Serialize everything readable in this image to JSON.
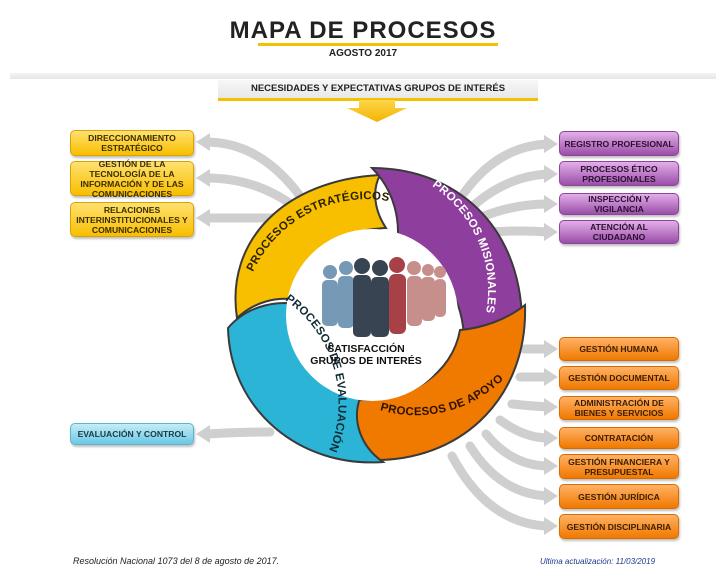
{
  "header": {
    "title": "MAPA DE PROCESOS",
    "subtitle": "AGOSTO 2017"
  },
  "needs_banner": "NECESIDADES Y EXPECTATIVAS GRUPOS DE INTERÉS",
  "center": {
    "line1": "SATISFACCIÓN",
    "line2": "GRUPOS DE INTERÉS"
  },
  "segments": {
    "estrategicos": "PROCESOS ESTRATÉGICOS",
    "misionales": "PROCESOS MISIONALES",
    "apoyo": "PROCESOS DE APOYO",
    "evaluacion": "PROCESOS DE EVALUACIÓN"
  },
  "strategic_boxes": [
    "DIRECCIONAMIENTO ESTRATÉGICO",
    "GESTIÓN DE LA TECNOLOGÍA DE LA INFORMACIÓN Y DE LAS COMUNICACIONES",
    "RELACIONES INTERINSTITUCIONALES Y COMUNICACIONES"
  ],
  "mission_boxes": [
    "REGISTRO PROFESIONAL",
    "PROCESOS ÉTICO PROFESIONALES",
    "INSPECCIÓN Y VIGILANCIA",
    "ATENCIÓN AL CIUDADANO"
  ],
  "support_boxes": [
    "GESTIÓN HUMANA",
    "GESTIÓN DOCUMENTAL",
    "ADMINISTRACIÓN DE BIENES Y SERVICIOS",
    "CONTRATACIÓN",
    "GESTIÓN FINANCIERA Y PRESUPUESTAL",
    "GESTIÓN JURÍDICA",
    "GESTIÓN DISCIPLINARIA"
  ],
  "evaluation_boxes": [
    "EVALUACIÓN Y CONTROL"
  ],
  "footer": {
    "resolution": "Resolución Nacional 1073 del 8 de agosto de 2017.",
    "updated": "Ultima actualización: 11/03/2019"
  },
  "colors": {
    "yellow": "#f8be00",
    "purple": "#8e3e9c",
    "orange": "#f07900",
    "blue": "#2bb4d6"
  }
}
